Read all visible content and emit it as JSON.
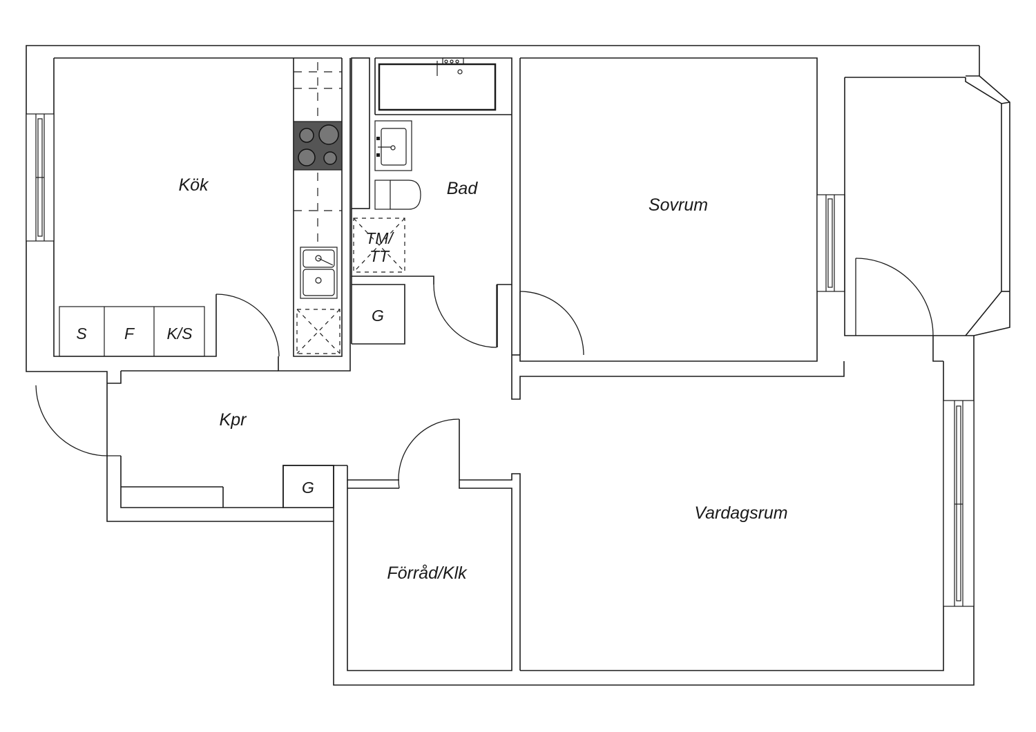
{
  "rooms": {
    "kitchen": "Kök",
    "bathroom": "Bad",
    "bedroom": "Sovrum",
    "hallway": "Kpr",
    "living_room": "Vardagsrum",
    "storage": "Förråd/Klk"
  },
  "fixtures": {
    "kitchen_units": [
      "S",
      "F",
      "K/S"
    ],
    "wardrobe_bath": "G",
    "wardrobe_hall": "G",
    "washer_dryer_line1": "TM/",
    "washer_dryer_line2": "TT"
  },
  "colors": {
    "line": "#1a1a1a",
    "stove": "#555555",
    "background": "#ffffff"
  }
}
